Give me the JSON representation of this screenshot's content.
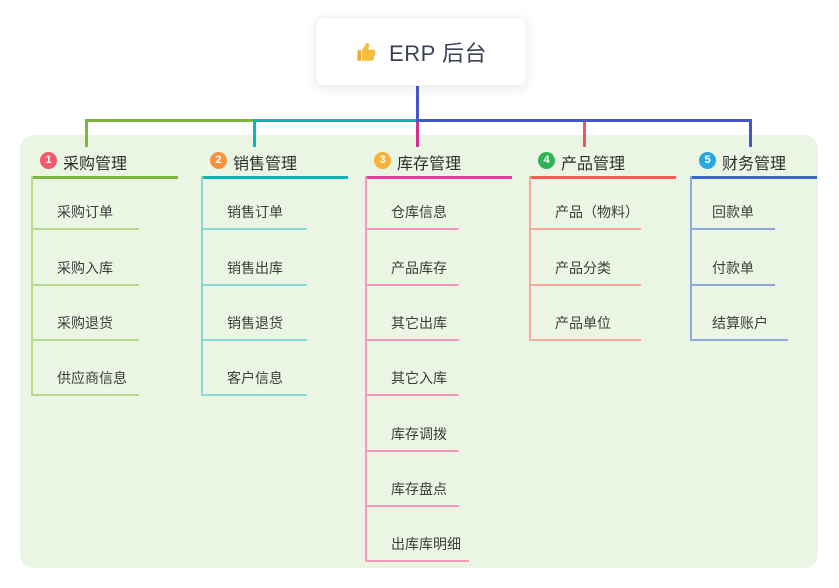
{
  "root": {
    "label": "ERP 后台",
    "icon": "thumbs-up-icon",
    "icon_color": "#f6bd3a",
    "text_color": "#3b4254"
  },
  "colors": {
    "page_bg": "#ffffff",
    "panel_bg": "#eaf6e3"
  },
  "connectors": {
    "root_stub": {
      "color": "#4457c8"
    },
    "bus_segments": [
      {
        "color": "#7eb53e"
      },
      {
        "color": "#08b7b1"
      },
      {
        "color": "#4457c8"
      }
    ],
    "branch_stubs": [
      {
        "color": "#7eb53e"
      },
      {
        "color": "#08b7b1"
      },
      {
        "color": "#d33190"
      },
      {
        "color": "#f4545e"
      },
      {
        "color": "#4457c8"
      }
    ]
  },
  "branches": [
    {
      "number": "1",
      "label": "采购管理",
      "badge_color": "#f2596a",
      "line_color": "#7eb53e",
      "light_color": "#b5da8b",
      "children": [
        "采购订单",
        "采购入库",
        "采购退货",
        "供应商信息"
      ]
    },
    {
      "number": "2",
      "label": "销售管理",
      "badge_color": "#f8923f",
      "line_color": "#08b7b1",
      "light_color": "#85dbd5",
      "children": [
        "销售订单",
        "销售出库",
        "销售退货",
        "客户信息"
      ]
    },
    {
      "number": "3",
      "label": "库存管理",
      "badge_color": "#f9b234",
      "line_color": "#e73c99",
      "light_color": "#f49bc1",
      "children": [
        "仓库信息",
        "产品库存",
        "其它出库",
        "其它入库",
        "库存调拨",
        "库存盘点",
        "出库库明细"
      ]
    },
    {
      "number": "4",
      "label": "产品管理",
      "badge_color": "#2eb356",
      "line_color": "#fb5a55",
      "light_color": "#f9a69e",
      "children": [
        "产品（物料）",
        "产品分类",
        "产品单位"
      ]
    },
    {
      "number": "5",
      "label": "财务管理",
      "badge_color": "#2aa7e0",
      "line_color": "#3e63c6",
      "light_color": "#90a9da",
      "children": [
        "回款单",
        "付款单",
        "结算账户"
      ]
    }
  ]
}
